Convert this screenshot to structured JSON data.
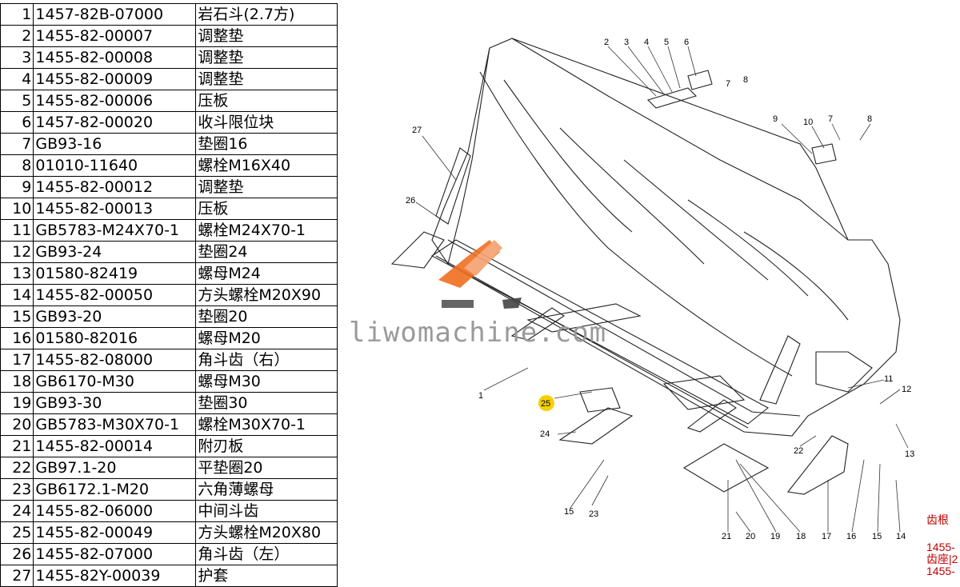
{
  "parts": [
    {
      "no": "1",
      "pn": "1457-82B-07000",
      "name": "岩石斗(2.7方)"
    },
    {
      "no": "2",
      "pn": "1455-82-00007",
      "name": "调整垫"
    },
    {
      "no": "3",
      "pn": "1455-82-00008",
      "name": "调整垫"
    },
    {
      "no": "4",
      "pn": "1455-82-00009",
      "name": "调整垫"
    },
    {
      "no": "5",
      "pn": "1455-82-00006",
      "name": "压板"
    },
    {
      "no": "6",
      "pn": "1457-82-00020",
      "name": "收斗限位块"
    },
    {
      "no": "7",
      "pn": "GB93-16",
      "name": "垫圈16"
    },
    {
      "no": "8",
      "pn": "01010-11640",
      "name": "螺栓M16X40"
    },
    {
      "no": "9",
      "pn": "1455-82-00012",
      "name": "调整垫"
    },
    {
      "no": "10",
      "pn": "1455-82-00013",
      "name": "压板"
    },
    {
      "no": "11",
      "pn": "GB5783-M24X70-1",
      "name": "螺栓M24X70-1"
    },
    {
      "no": "12",
      "pn": "GB93-24",
      "name": "垫圈24"
    },
    {
      "no": "13",
      "pn": "01580-82419",
      "name": "螺母M24"
    },
    {
      "no": "14",
      "pn": "1455-82-00050",
      "name": "方头螺栓M20X90"
    },
    {
      "no": "15",
      "pn": "GB93-20",
      "name": "垫圈20"
    },
    {
      "no": "16",
      "pn": "01580-82016",
      "name": "螺母M20"
    },
    {
      "no": "17",
      "pn": "1455-82-08000",
      "name": "角斗齿（右）"
    },
    {
      "no": "18",
      "pn": "GB6170-M30",
      "name": "螺母M30"
    },
    {
      "no": "19",
      "pn": "GB93-30",
      "name": "垫圈30"
    },
    {
      "no": "20",
      "pn": "GB5783-M30X70-1",
      "name": "螺栓M30X70-1"
    },
    {
      "no": "21",
      "pn": "1455-82-00014",
      "name": "附刃板"
    },
    {
      "no": "22",
      "pn": "GB97.1-20",
      "name": "平垫圈20"
    },
    {
      "no": "23",
      "pn": "GB6172.1-M20",
      "name": "六角薄螺母"
    },
    {
      "no": "24",
      "pn": "1455-82-06000",
      "name": "中间斗齿"
    },
    {
      "no": "25",
      "pn": "1455-82-00049",
      "name": "方头螺栓M20X80"
    },
    {
      "no": "26",
      "pn": "1455-82-07000",
      "name": "角斗齿（左）"
    },
    {
      "no": "27",
      "pn": "1455-82Y-00039",
      "name": "护套"
    }
  ],
  "watermark": "liwomachine.com",
  "callouts": {
    "c1": "1",
    "c2": "2",
    "c3": "3",
    "c4": "4",
    "c5": "5",
    "c6": "6",
    "c7a": "7",
    "c8a": "8",
    "c9": "9",
    "c10": "10",
    "c7b": "7",
    "c8b": "8",
    "c11": "11",
    "c12": "12",
    "c13": "13",
    "c14": "14",
    "c15a": "15",
    "c16": "16",
    "c17": "17",
    "c18": "18",
    "c19": "19",
    "c20": "20",
    "c21": "21",
    "c22": "22",
    "c23": "23",
    "c24": "24",
    "c25": "25",
    "c26": "26",
    "c27": "27",
    "c15b": "15"
  },
  "highlight_color": "#f5d000",
  "note_color": "#c00000",
  "notes": {
    "tooth_root": "齿根",
    "line1": "1455-",
    "line2": "齿座|2",
    "line3": "1455-"
  }
}
